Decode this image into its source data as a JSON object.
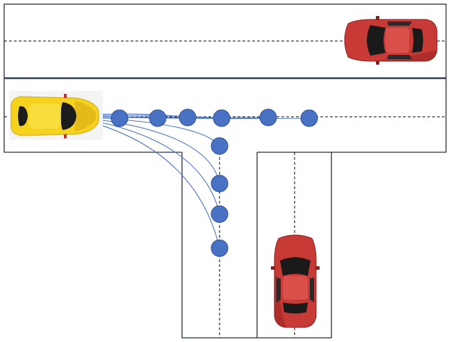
{
  "scene": {
    "lines": {
      "road_edge": "#1f2d3d",
      "lane_marking": "#000000",
      "trajectory": "#4a72c4"
    },
    "waypoint": {
      "fill": "#4a72c4",
      "stroke": "#2f4f8f"
    },
    "vehicles": [
      {
        "role": "ego-vehicle",
        "name": "yellow-sports-car-icon",
        "body": "#f5d21e",
        "shade": "#d3a512",
        "facing": "right"
      },
      {
        "role": "oncoming-vehicle-top-lane",
        "name": "red-sedan-icon",
        "body": "#c83a36",
        "shade": "#8e1f1d",
        "facing": "left"
      },
      {
        "role": "vehicle-side-road",
        "name": "red-sedan-icon",
        "body": "#c83a36",
        "shade": "#8e1f1d",
        "facing": "up"
      }
    ],
    "waypoint_count": 10
  }
}
